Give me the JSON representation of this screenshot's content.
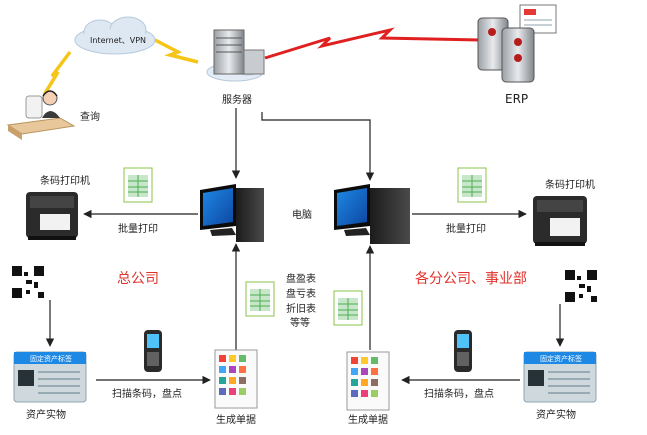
{
  "labels": {
    "query": "查询",
    "internet_vpn": "Internet、VPN",
    "server": "服务器",
    "erp": "ERP",
    "computer": "电脑",
    "barcode_printer_left": "条码打印机",
    "barcode_printer_right": "条码打印机",
    "batch_print_left": "批量打印",
    "batch_print_right": "批量打印",
    "head_office": "总公司",
    "branches": "各分公司、事业部",
    "report_1": "盘盈表",
    "report_2": "盘亏表",
    "report_3": "折旧表",
    "report_4": "等等",
    "scan_left": "扫描条码，盘点",
    "scan_right": "扫描条码，盘点",
    "asset_left": "资产实物",
    "asset_right": "资产实物",
    "gen_doc_left": "生成单据",
    "gen_doc_right": "生成单据",
    "asset_tag_title": "固定资产标签"
  },
  "colors": {
    "lightning": "#f5c518",
    "lightning_red": "#e02020",
    "accent_red": "#e0302a",
    "monitor_blue": "#1565c0",
    "cloud": "#dde8f3",
    "sheet_green": "#4caf50"
  }
}
